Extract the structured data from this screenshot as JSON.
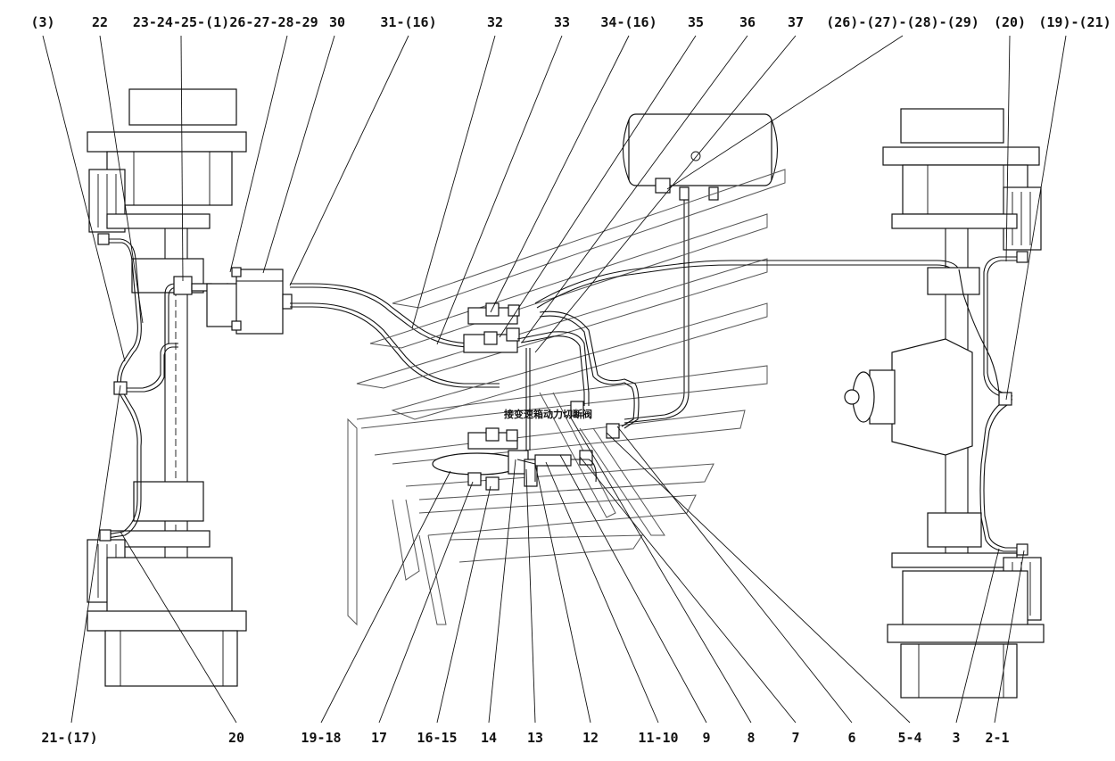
{
  "callouts_top": [
    "(3)",
    "22",
    "23-24-25-(1)",
    "26-27-28-29",
    "30",
    "31-(16)",
    "32",
    "33",
    "34-(16)",
    "35",
    "36",
    "37",
    "(26)-(27)-(28)-(29)",
    "(20)",
    "(19)-(21)"
  ],
  "callouts_bottom": [
    "21-(17)",
    "20",
    "19-18",
    "17",
    "16-15",
    "14",
    "13",
    "12",
    "11-10",
    "9",
    "8",
    "7",
    "6",
    "5-4",
    "3",
    "2-1"
  ],
  "center_note": "接变速箱动力切断阀"
}
